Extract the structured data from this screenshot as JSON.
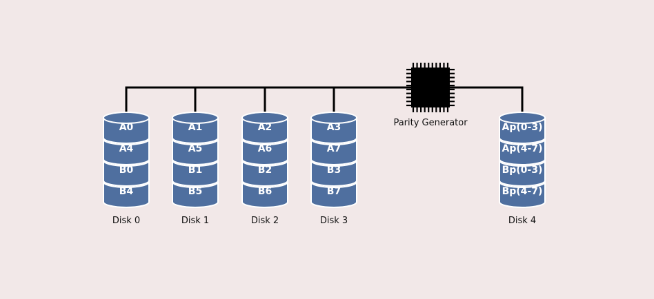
{
  "colors": {
    "background": "#f2e8e8",
    "disk_fill": "#4f6f9f",
    "disk_edge": "#ffffff",
    "wire": "#000000",
    "chip": "#000000"
  },
  "disks": [
    {
      "label": "Disk 0",
      "blocks": [
        "A0",
        "A4",
        "B0",
        "B4"
      ]
    },
    {
      "label": "Disk 1",
      "blocks": [
        "A1",
        "A5",
        "B1",
        "B5"
      ]
    },
    {
      "label": "Disk 2",
      "blocks": [
        "A2",
        "A6",
        "B2",
        "B6"
      ]
    },
    {
      "label": "Disk 3",
      "blocks": [
        "A3",
        "A7",
        "B3",
        "B7"
      ]
    },
    {
      "label": "Disk 4",
      "blocks": [
        "Ap(0-3)",
        "Ap(4-7)",
        "Bp(0-3)",
        "Bp(4-7)"
      ]
    }
  ],
  "parity": {
    "label": "Parity Generator",
    "icon": "cpu-chip-icon"
  }
}
